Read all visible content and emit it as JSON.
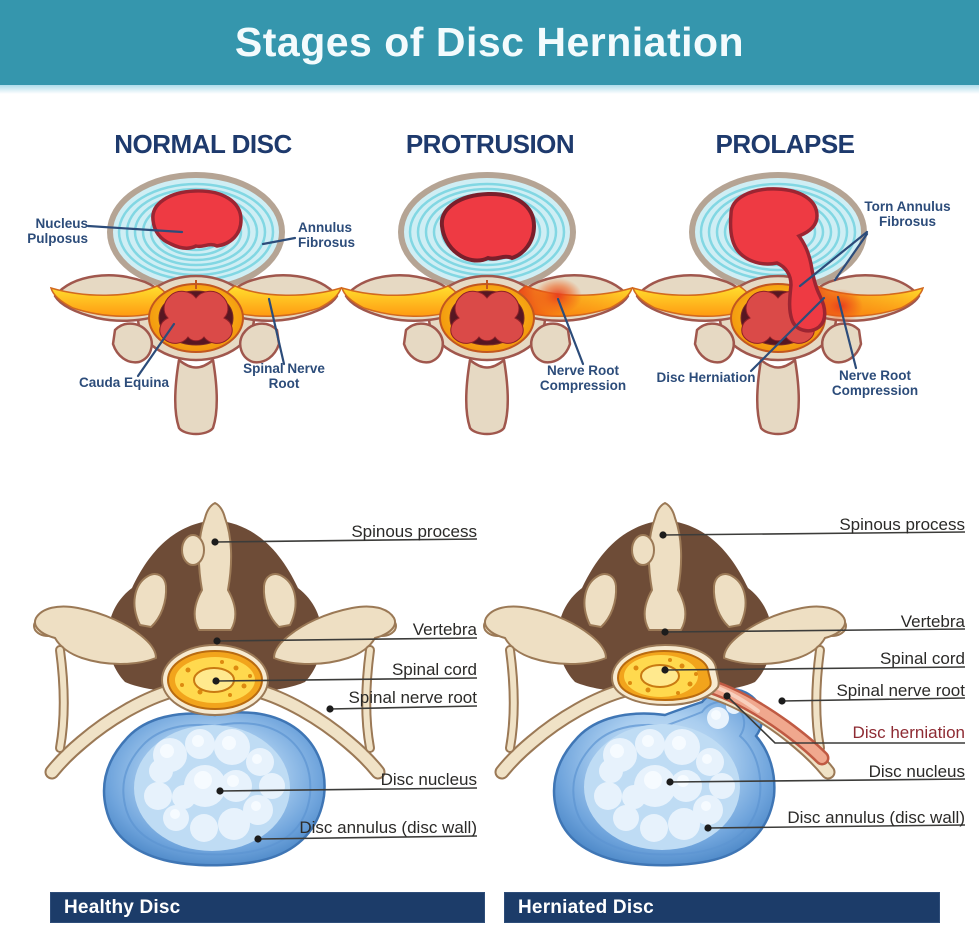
{
  "title": "Stages of Disc Herniation",
  "stages": [
    {
      "heading": "NORMAL DISC",
      "labels": {
        "nucleus_pulposus": "Nucleus Pulposus",
        "annulus_fibrosus": "Annulus Fibrosus",
        "cauda_equina": "Cauda Equina",
        "spinal_nerve_root": "Spinal Nerve Root"
      }
    },
    {
      "heading": "PROTRUSION",
      "labels": {
        "nerve_root_compression": "Nerve Root Compression"
      }
    },
    {
      "heading": "PROLAPSE",
      "labels": {
        "torn_annulus_fibrosus": "Torn Annulus Fibrosus",
        "disc_herniation": "Disc Herniation",
        "nerve_root_compression": "Nerve Root Compression"
      }
    }
  ],
  "comparison": {
    "healthy": {
      "caption": "Healthy Disc",
      "labels": {
        "spinous_process": "Spinous process",
        "vertebra": "Vertebra",
        "spinal_cord": "Spinal cord",
        "spinal_nerve_root": "Spinal nerve root",
        "disc_nucleus": "Disc nucleus",
        "disc_annulus": "Disc annulus (disc wall)"
      }
    },
    "herniated": {
      "caption": "Herniated Disc",
      "labels": {
        "spinous_process": "Spinous process",
        "vertebra": "Vertebra",
        "spinal_cord": "Spinal cord",
        "spinal_nerve_root": "Spinal nerve root",
        "disc_herniation": "Disc herniation",
        "disc_nucleus": "Disc nucleus",
        "disc_annulus": "Disc annulus (disc wall)"
      }
    }
  },
  "colors": {
    "header_bg": "#3596ad",
    "heading_text": "#1e3a6d",
    "diagram_label_text": "#2c4c7a",
    "herniation_label_text": "#8e2b33",
    "caption_bg": "#1c3c69",
    "caption_text": "#ffffff",
    "annulus_cyan": "#cfeef4",
    "nucleus_red": "#ee3a43",
    "ligament_yellow": "#ffd21c",
    "bone_beige": "#eedfc3",
    "disc_blue": "#4a86c6"
  }
}
